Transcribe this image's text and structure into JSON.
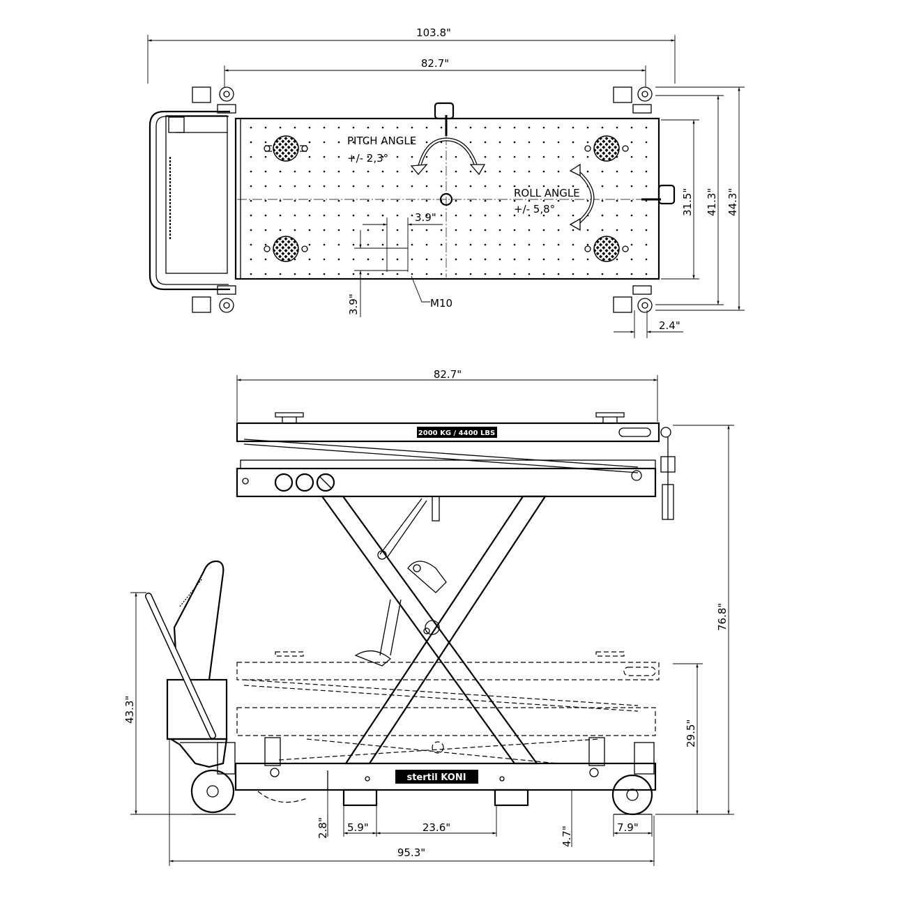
{
  "top_view": {
    "overall_length": "103.8\"",
    "platform_length": "82.7\"",
    "overall_width": "44.3\"",
    "wheel_width": "41.3\"",
    "platform_width": "31.5\"",
    "wheel_offset": "2.4\"",
    "hole_pitch_x": "3.9\"",
    "hole_pitch_y": "3.9\"",
    "thread": "M10",
    "pitch_angle_label": "PITCH ANGLE",
    "pitch_angle_value": "+/- 2,3°",
    "roll_angle_label": "ROLL ANGLE",
    "roll_angle_value": "+/- 5,8°"
  },
  "side_view": {
    "platform_length": "82.7\"",
    "max_height": "76.8\"",
    "handle_height": "43.3\"",
    "min_height": "29.5\"",
    "ground_clearance": "2.8\"",
    "foot_width": "5.9\"",
    "foot_spacing": "23.6\"",
    "base_height": "4.7\"",
    "wheel_offset": "7.9\"",
    "overall_length": "95.3\"",
    "capacity_label": "2000 KG / 4400 LBS",
    "brand_label": "stertil KONI"
  }
}
